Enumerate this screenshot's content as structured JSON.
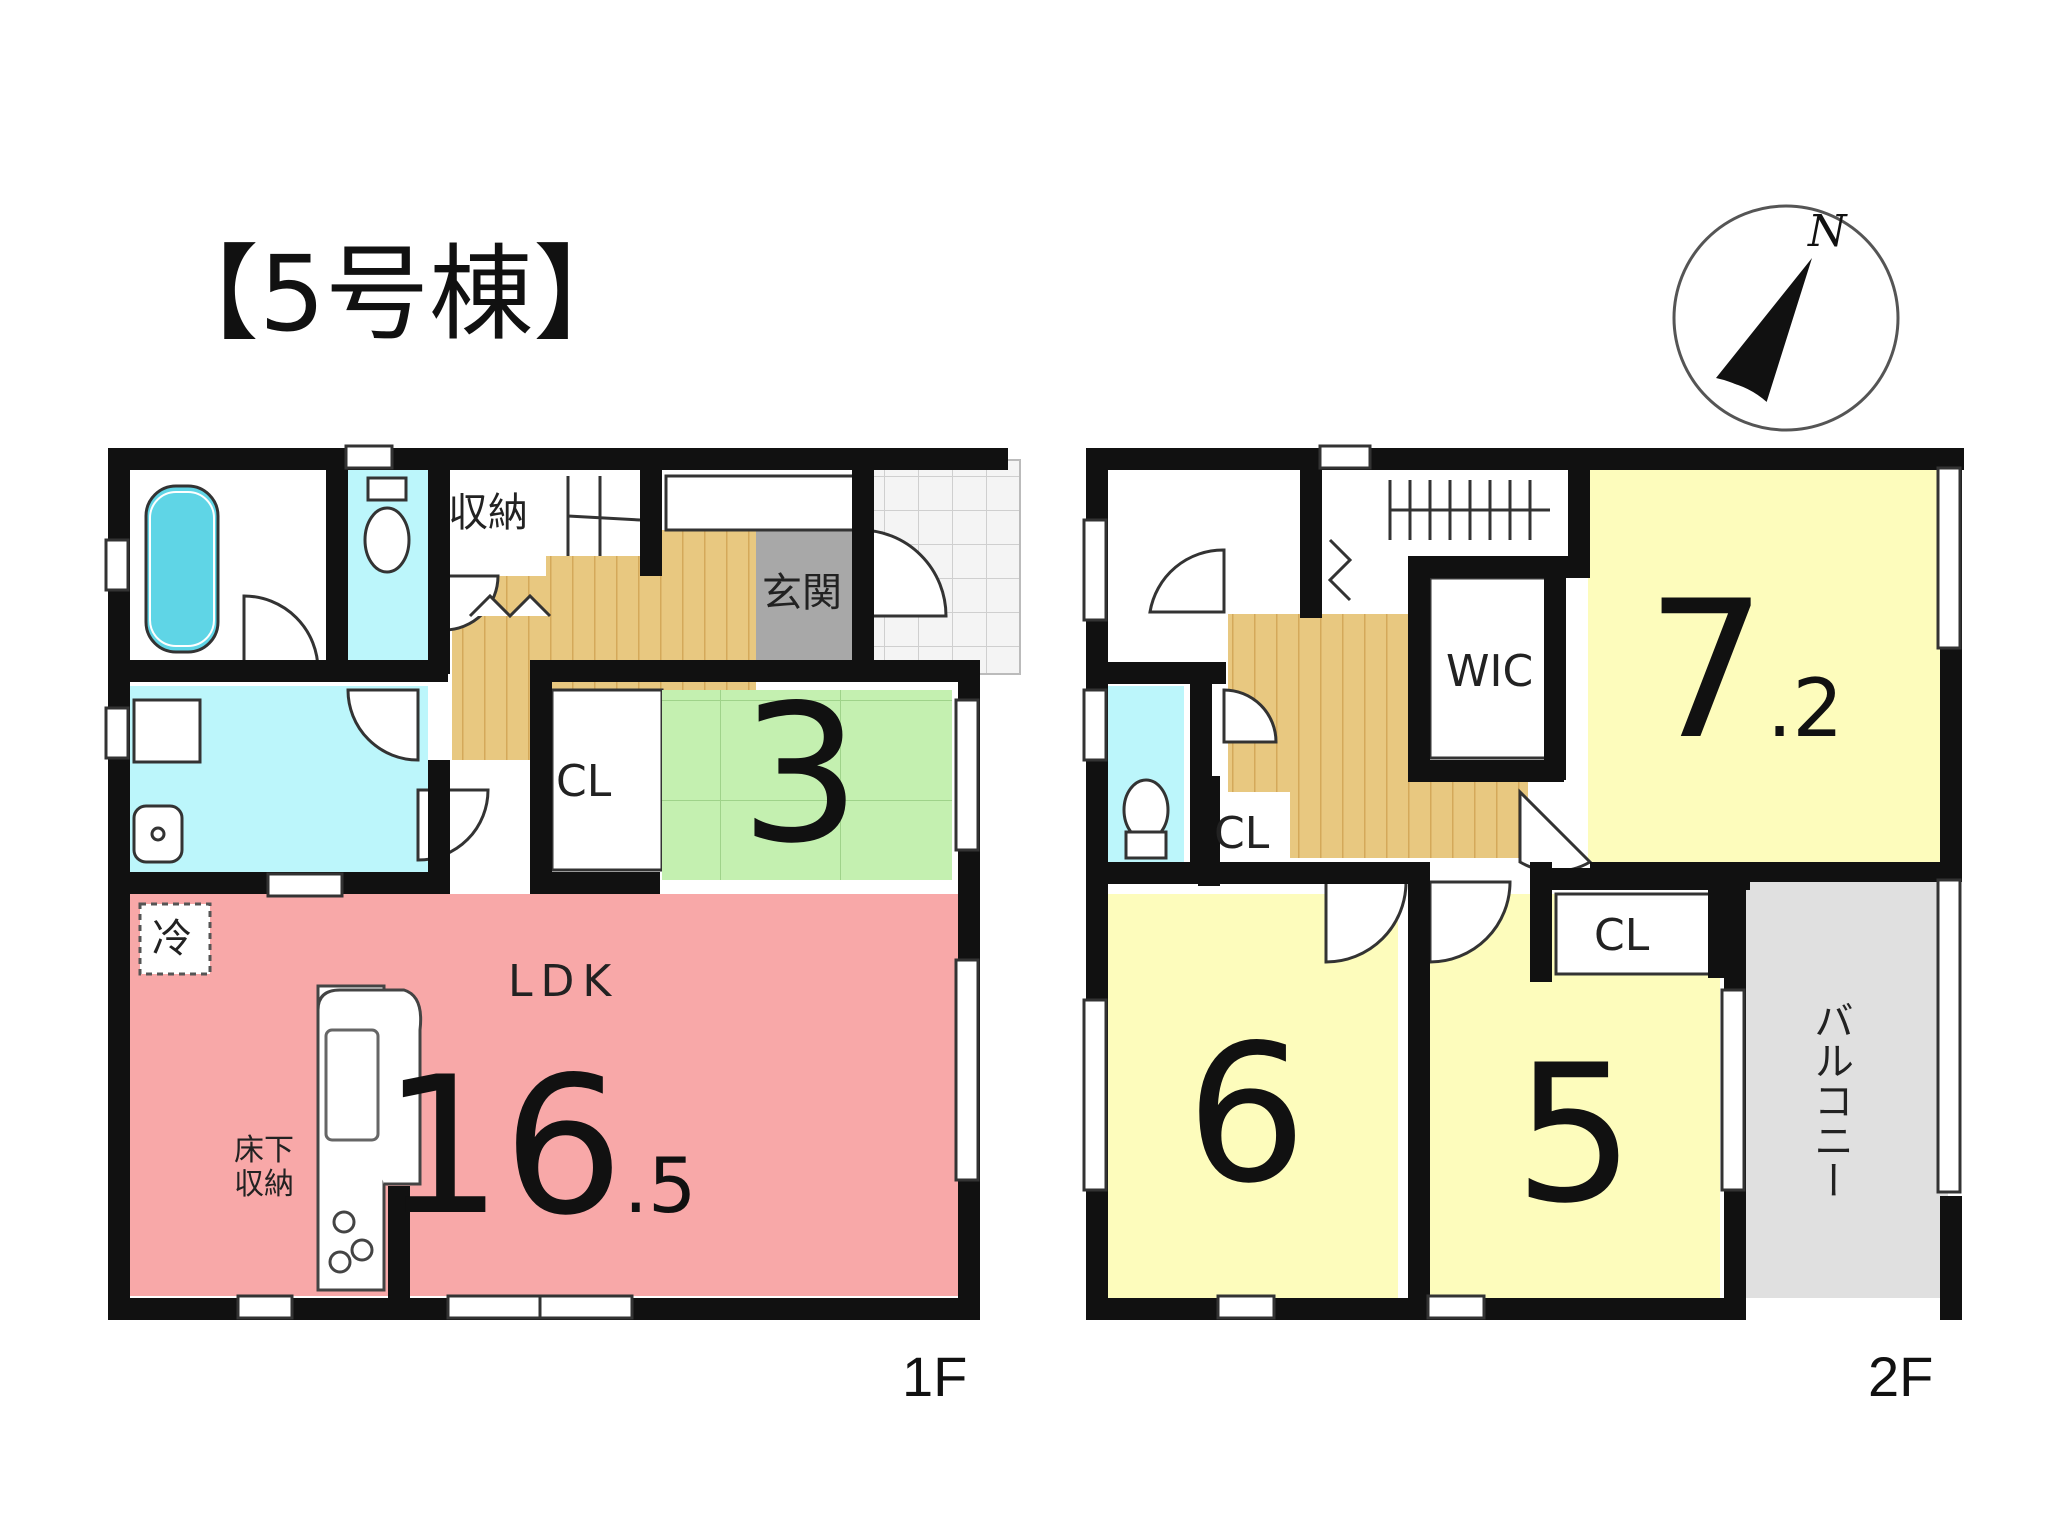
{
  "title": "【5号棟】",
  "compass": {
    "label": "N"
  },
  "floors": {
    "f1": {
      "label": "1F",
      "ldk": {
        "name": "LDK",
        "size_int": "16",
        "size_dec": ".5"
      },
      "japanese_room": {
        "size": "3"
      },
      "closet": "CL",
      "storage": "収納",
      "entrance": "玄関",
      "fridge": "冷",
      "underfloor": [
        "床下",
        "収納"
      ]
    },
    "f2": {
      "label": "2F",
      "wic": "WIC",
      "room_72": {
        "size_int": "7",
        "size_dec": ".2"
      },
      "room_6": {
        "size": "6"
      },
      "room_5": {
        "size": "5"
      },
      "closet_a": "CL",
      "closet_b": "CL",
      "balcony": "バルコニー"
    }
  },
  "colors": {
    "ldk": "#f8a8a8",
    "japanese": "#c4f0b0",
    "bedroom": "#fdfcbc",
    "wet": "#bcf6fb",
    "hall": "#e8c880",
    "entrance": "#a8a8a8",
    "balcony": "#e0e0e0"
  }
}
